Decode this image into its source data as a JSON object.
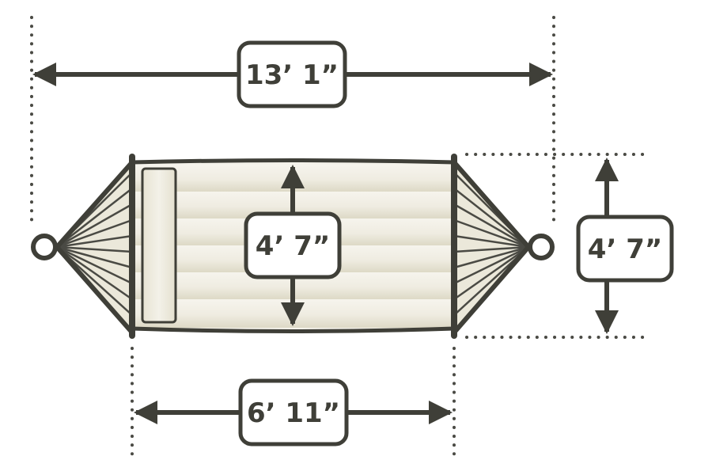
{
  "colors": {
    "stroke": "#3f3f38",
    "fabric_light": "#f4f2ea",
    "fabric_shadow": "#e2dfcf",
    "dotted": "#4a4a44",
    "background": "#ffffff"
  },
  "dimensions": {
    "overall_length": "13’ 1”",
    "bed_width": "4’ 7”",
    "side_width": "4’ 7”",
    "bed_length": "6’ 11”"
  }
}
